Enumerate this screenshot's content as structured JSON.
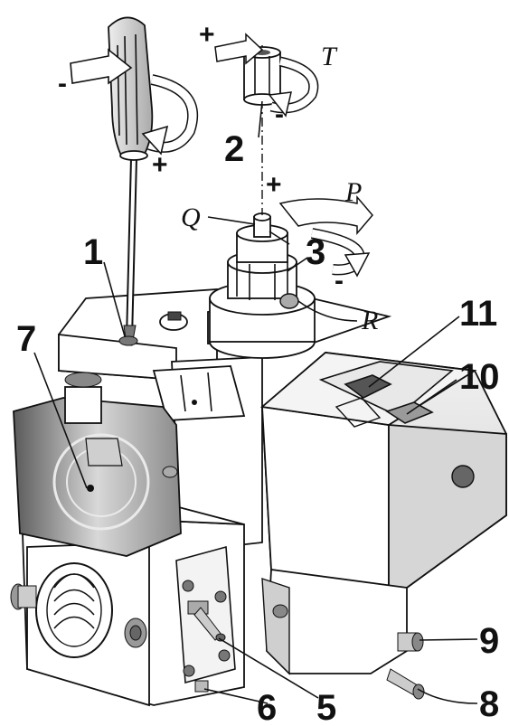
{
  "labels": {
    "n1": "1",
    "n2": "2",
    "n3": "3",
    "n5": "5",
    "n6": "6",
    "n7": "7",
    "n8": "8",
    "n9": "9",
    "n10": "10",
    "n11": "11",
    "T": "T",
    "P": "P",
    "Q": "Q",
    "R": "R"
  },
  "signs": {
    "screwdriver_minus": "-",
    "screwdriver_plus": "+",
    "cap_plus": "+",
    "cap_minus": "-",
    "regulator_plus": "+",
    "regulator_minus": "-"
  },
  "colors": {
    "line": "#111111",
    "shade": "#bdbdbd",
    "dark": "#555555"
  }
}
